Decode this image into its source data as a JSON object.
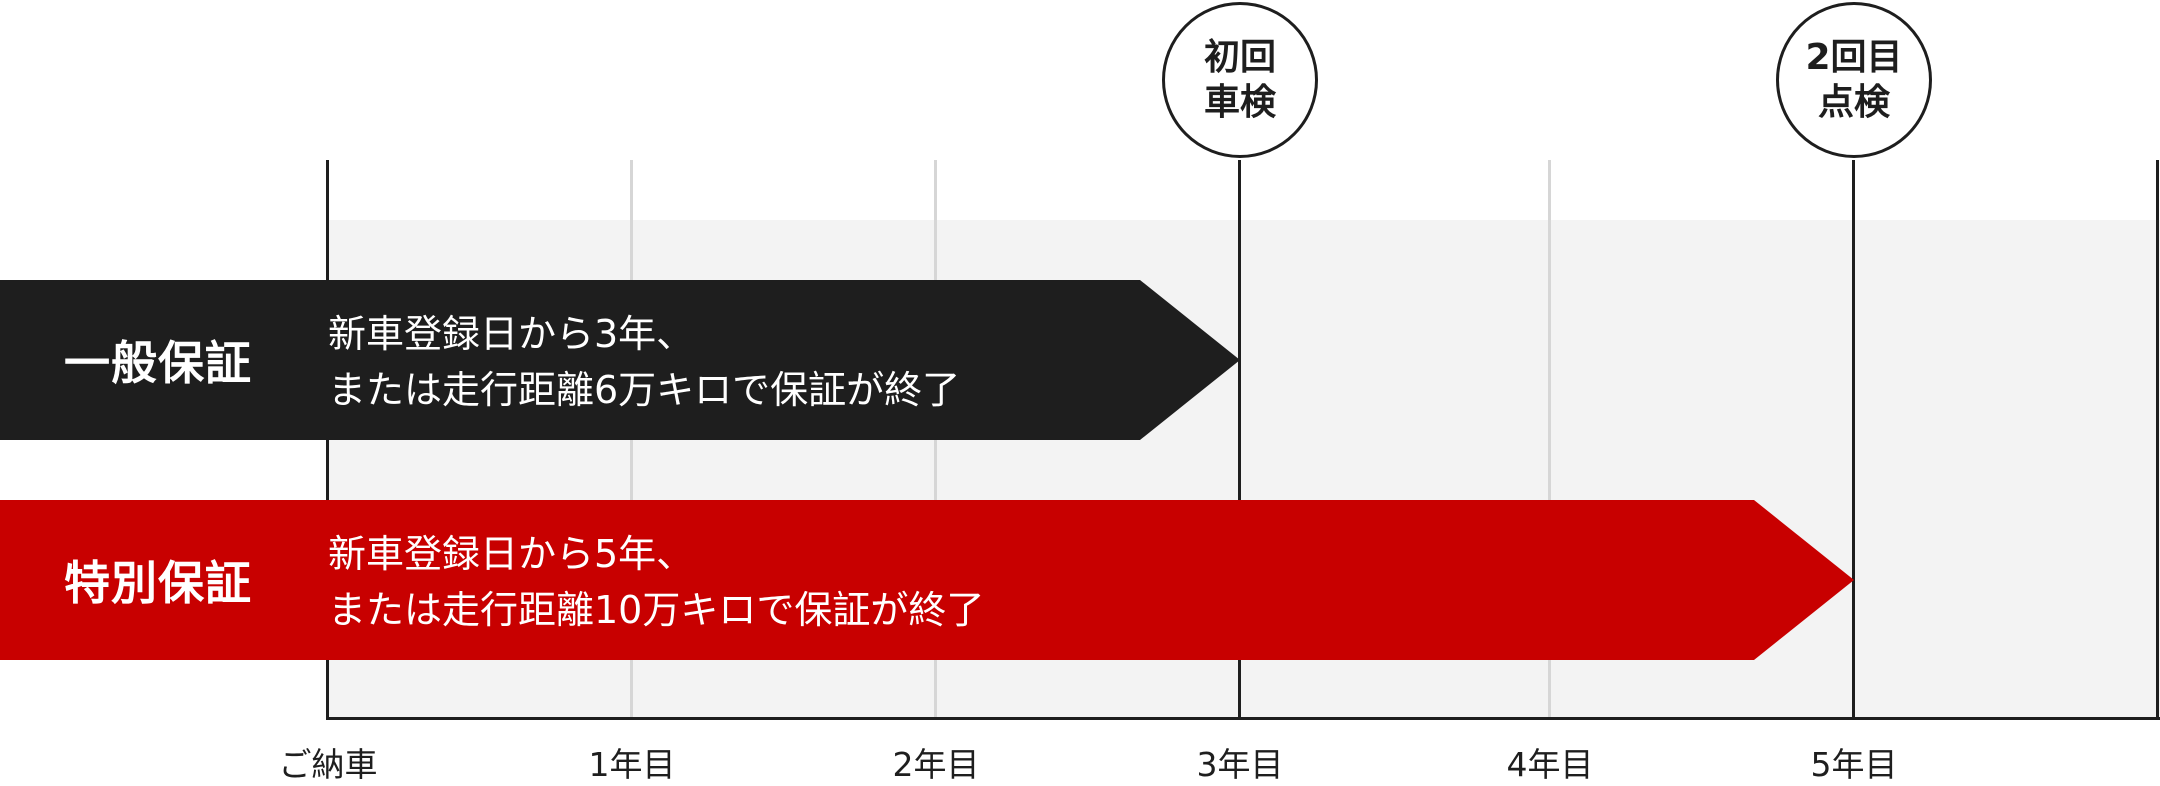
{
  "diagram": {
    "axis_ticks": [
      "ご納車",
      "1年目",
      "2年目",
      "3年目",
      "4年目",
      "5年目"
    ],
    "milestones": [
      {
        "line1": "初回",
        "line2": "車検"
      },
      {
        "line1": "2回目",
        "line2": "点検"
      }
    ],
    "warranties": [
      {
        "title": "一般保証",
        "desc_line1": "新車登録日から3年、",
        "desc_line2": "または走行距離6万キロで保証が終了",
        "years": 3,
        "color": "#1e1e1e"
      },
      {
        "title": "特別保証",
        "desc_line1": "新車登録日から5年、",
        "desc_line2": "または走行距離10万キロで保証が終了",
        "years": 5,
        "color": "#c80000"
      }
    ],
    "colors": {
      "background_band": "#f3f3f3",
      "minor_line": "#d6d6d6",
      "major_line": "#1e1e1e"
    }
  }
}
